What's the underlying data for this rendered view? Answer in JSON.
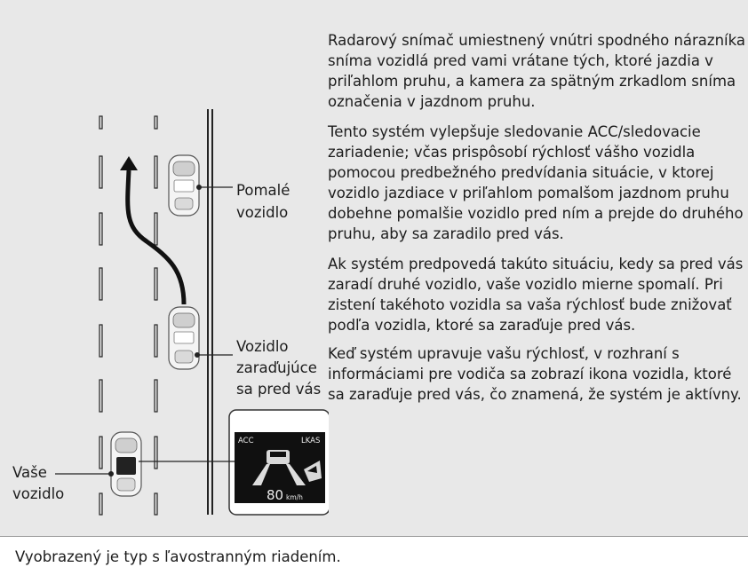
{
  "paragraphs": [
    "Radarový snímač umiestnený vnútri spodného nárazníka sníma vozidlá pred vami vrátane tých, ktoré jazdia v priľahlom pruhu, a kamera za spätným zrkadlom sníma označenia v jazdnom pruhu.",
    "Tento systém vylepšuje sledovanie ACC/sledovacie zariadenie; včas prispôsobí rýchlosť vášho vozidla pomocou predbežného predvídania situácie, v ktorej vozidlo jazdiace v priľahlom pomalšom jazdnom pruhu dobehne pomalšie vozidlo pred ním a prejde do druhého pruhu, aby sa zaradilo pred vás.",
    "Ak systém predpovedá takúto situáciu, kedy sa pred vás zaradí druhé vozidlo, vaše vozidlo mierne spomalí. Pri zistení takéhoto vozidla sa vaša rýchlosť bude znižovať podľa vozidla, ktoré sa zaraďuje pred vás.",
    "Keď systém upravuje vašu rýchlosť, v rozhraní s informáciami pre vodiča sa zobrazí ikona vozidla, ktoré sa zaraďuje pred vás, čo znamená, že systém je aktívny."
  ],
  "labels": {
    "slow_vehicle_1": "Pomalé",
    "slow_vehicle_2": "vozidlo",
    "cutin_1": "Vozidlo",
    "cutin_2": "zaraďujúce",
    "cutin_3": "sa pred vás",
    "own_1": "Vaše",
    "own_2": "vozidlo"
  },
  "display": {
    "acc": "ACC",
    "lkas": "LKAS",
    "speed": "80",
    "unit": "km/h"
  },
  "footer_note": "Vyobrazený je typ s ľavostranným riadením."
}
